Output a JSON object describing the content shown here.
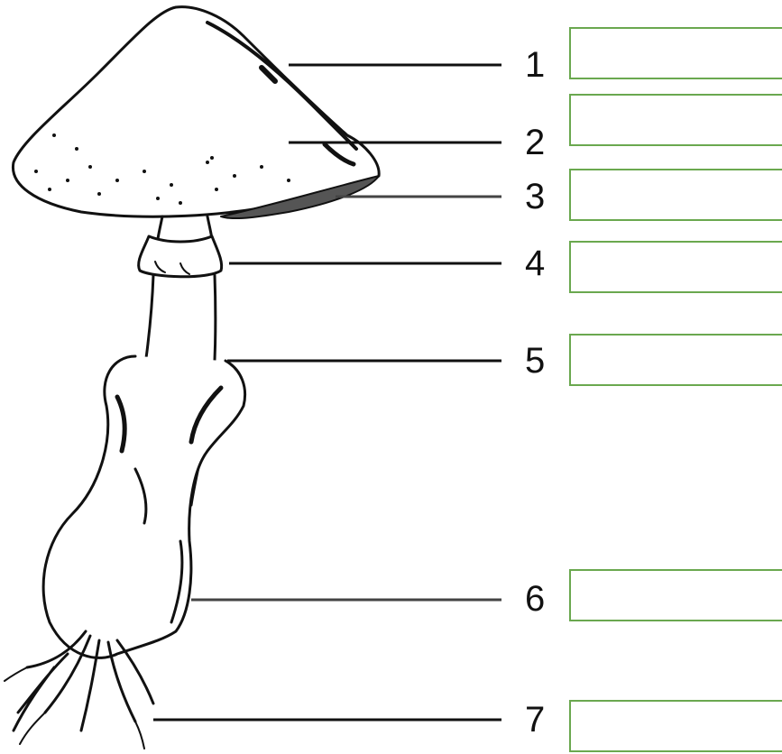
{
  "labels": [
    {
      "number": "1",
      "answer": ""
    },
    {
      "number": "2",
      "answer": ""
    },
    {
      "number": "3",
      "answer": ""
    },
    {
      "number": "4",
      "answer": ""
    },
    {
      "number": "5",
      "answer": ""
    },
    {
      "number": "6",
      "answer": ""
    },
    {
      "number": "7",
      "answer": ""
    }
  ],
  "colors": {
    "box_border": "#6aa84f",
    "ink": "#111111"
  },
  "icons": {
    "illustration": "mushroom-illustration"
  }
}
